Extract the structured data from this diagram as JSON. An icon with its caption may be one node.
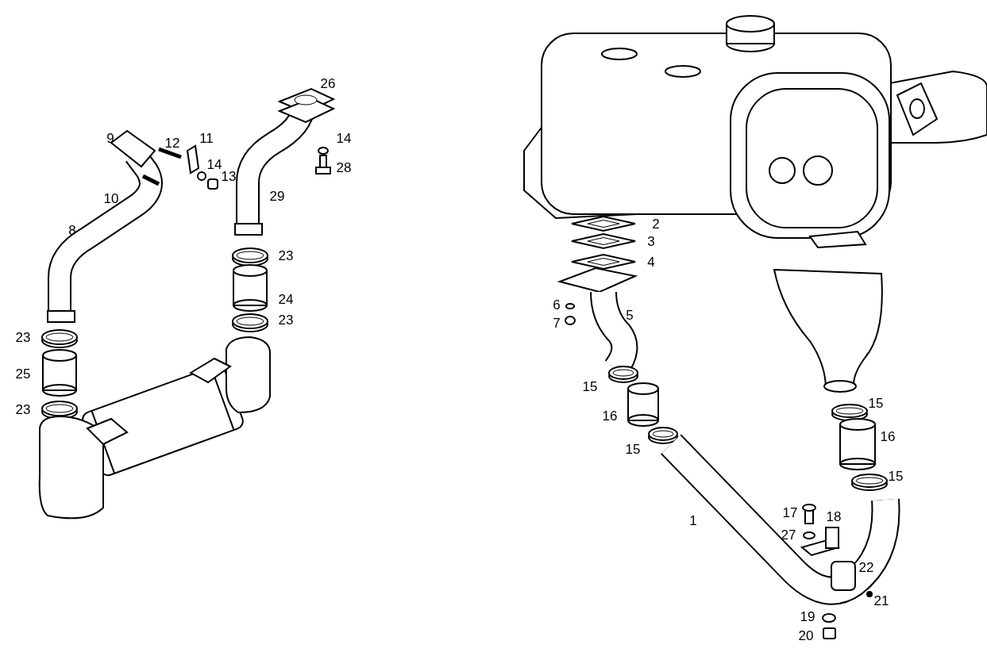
{
  "diagram": {
    "labels": [
      "26",
      "9",
      "12",
      "11",
      "14",
      "14",
      "13",
      "28",
      "10",
      "29",
      "8",
      "23",
      "24",
      "23",
      "23",
      "25",
      "23",
      "2",
      "3",
      "4",
      "6",
      "5",
      "7",
      "15",
      "15",
      "16",
      "16",
      "15",
      "15",
      "1",
      "17",
      "18",
      "27",
      "22",
      "21",
      "19",
      "20"
    ]
  }
}
